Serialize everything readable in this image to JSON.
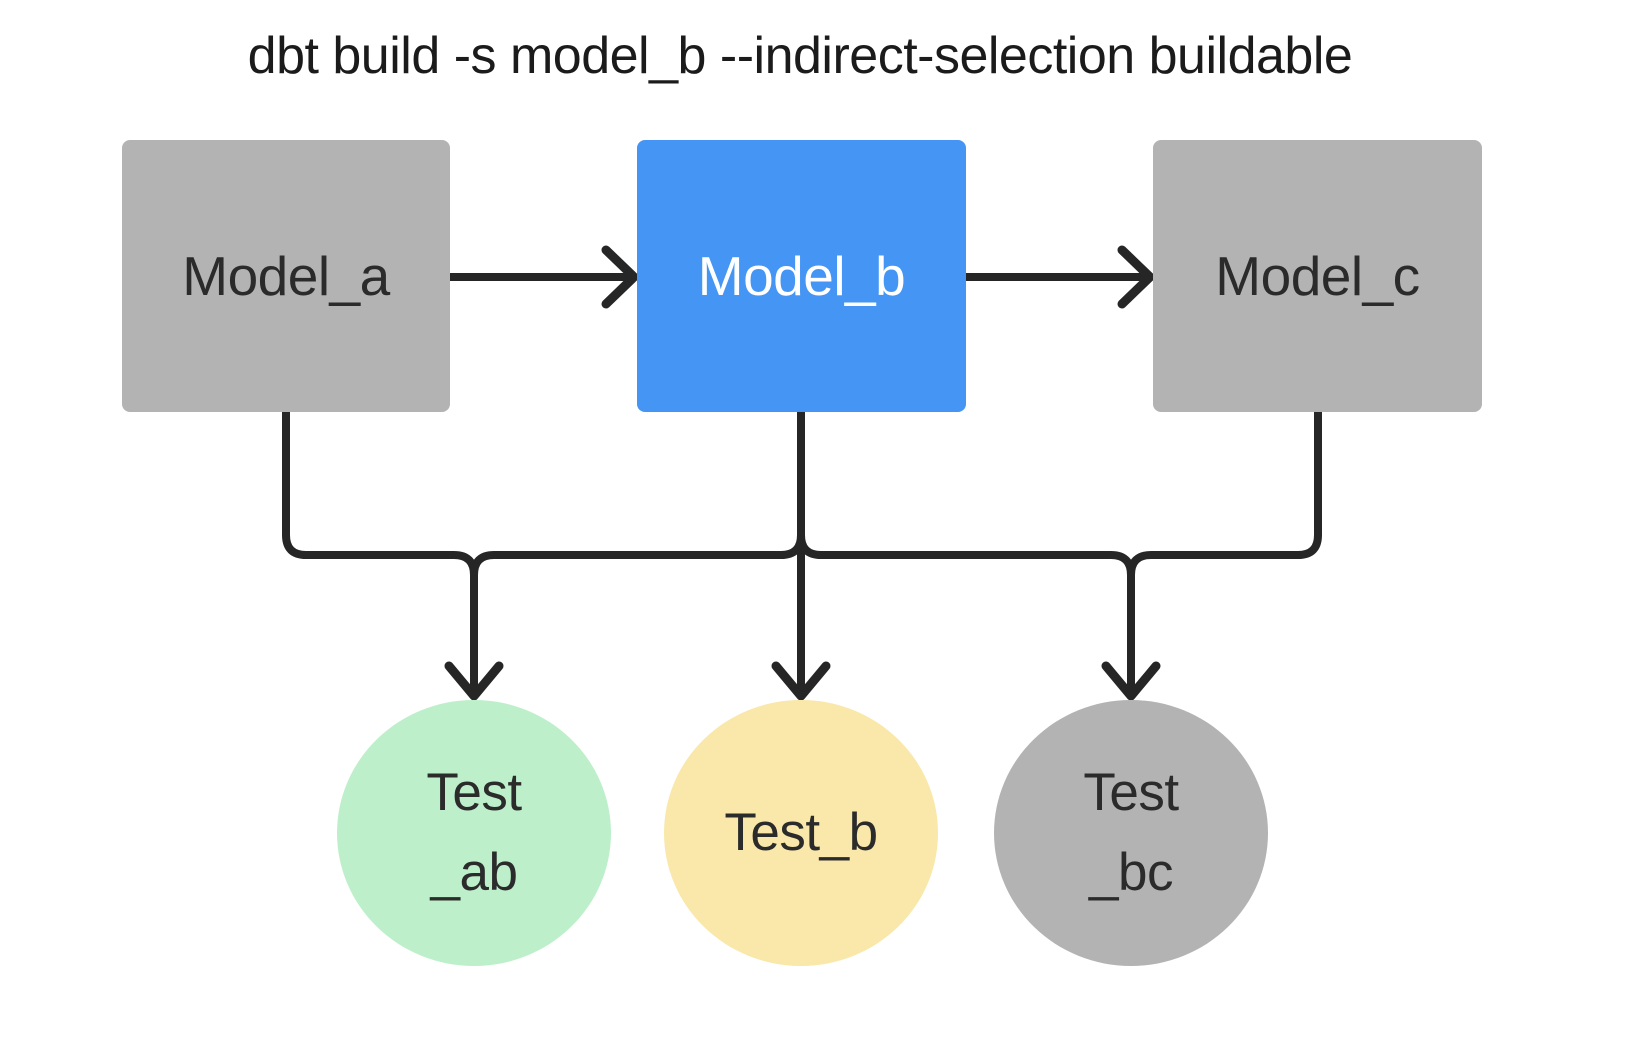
{
  "title": "dbt build -s model_b --indirect-selection buildable",
  "colors": {
    "background": "#ffffff",
    "model_default": "#b3b3b3",
    "model_selected": "#4596f4",
    "test_ab": "#bdf0ca",
    "test_b": "#f9e8aa",
    "test_bc": "#b3b3b3",
    "edge": "#262626",
    "text_dark": "#2b2b2b",
    "text_light": "#ffffff"
  },
  "nodes": {
    "model_a": {
      "label": "Model_a",
      "type": "model",
      "color": "#b3b3b3",
      "selected": false
    },
    "model_b": {
      "label": "Model_b",
      "type": "model",
      "color": "#4596f4",
      "selected": true
    },
    "model_c": {
      "label": "Model_c",
      "type": "model",
      "color": "#b3b3b3",
      "selected": false
    },
    "test_ab": {
      "lines": [
        "Test",
        "_ab"
      ],
      "type": "test",
      "color": "#bdf0ca"
    },
    "test_b": {
      "lines": [
        "Test_b"
      ],
      "type": "test",
      "color": "#f9e8aa"
    },
    "test_bc": {
      "lines": [
        "Test",
        "_bc"
      ],
      "type": "test",
      "color": "#b3b3b3"
    }
  },
  "edges": [
    {
      "from": "Model_a",
      "to": "Model_b",
      "arrow": true
    },
    {
      "from": "Model_b",
      "to": "Model_c",
      "arrow": true
    },
    {
      "from": "Model_a",
      "to": "Test_ab",
      "arrow": true
    },
    {
      "from": "Model_b",
      "to": "Test_ab",
      "arrow": true
    },
    {
      "from": "Model_b",
      "to": "Test_b",
      "arrow": true
    },
    {
      "from": "Model_b",
      "to": "Test_bc",
      "arrow": true
    },
    {
      "from": "Model_c",
      "to": "Test_bc",
      "arrow": true
    }
  ]
}
